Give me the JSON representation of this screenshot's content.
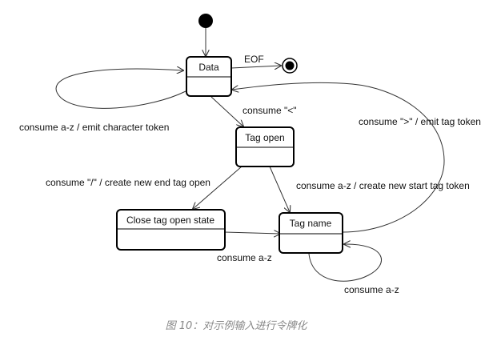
{
  "states": {
    "data": "Data",
    "tag_open": "Tag open",
    "close_tag_open": "Close tag open state",
    "tag_name": "Tag name"
  },
  "transitions": {
    "data_self": "consume a-z / emit character token",
    "data_eof": "EOF",
    "data_to_tag_open": "consume \"<\"",
    "tag_open_to_close": "consume \"/\" / create new end tag open",
    "tag_open_to_tag_name": "consume a-z / create new start tag token",
    "close_to_tag_name": "consume a-z",
    "tag_name_self": "consume a-z",
    "tag_name_to_data": "consume \">\" / emit tag token"
  },
  "caption": "图 10：对示例输入进行令牌化"
}
